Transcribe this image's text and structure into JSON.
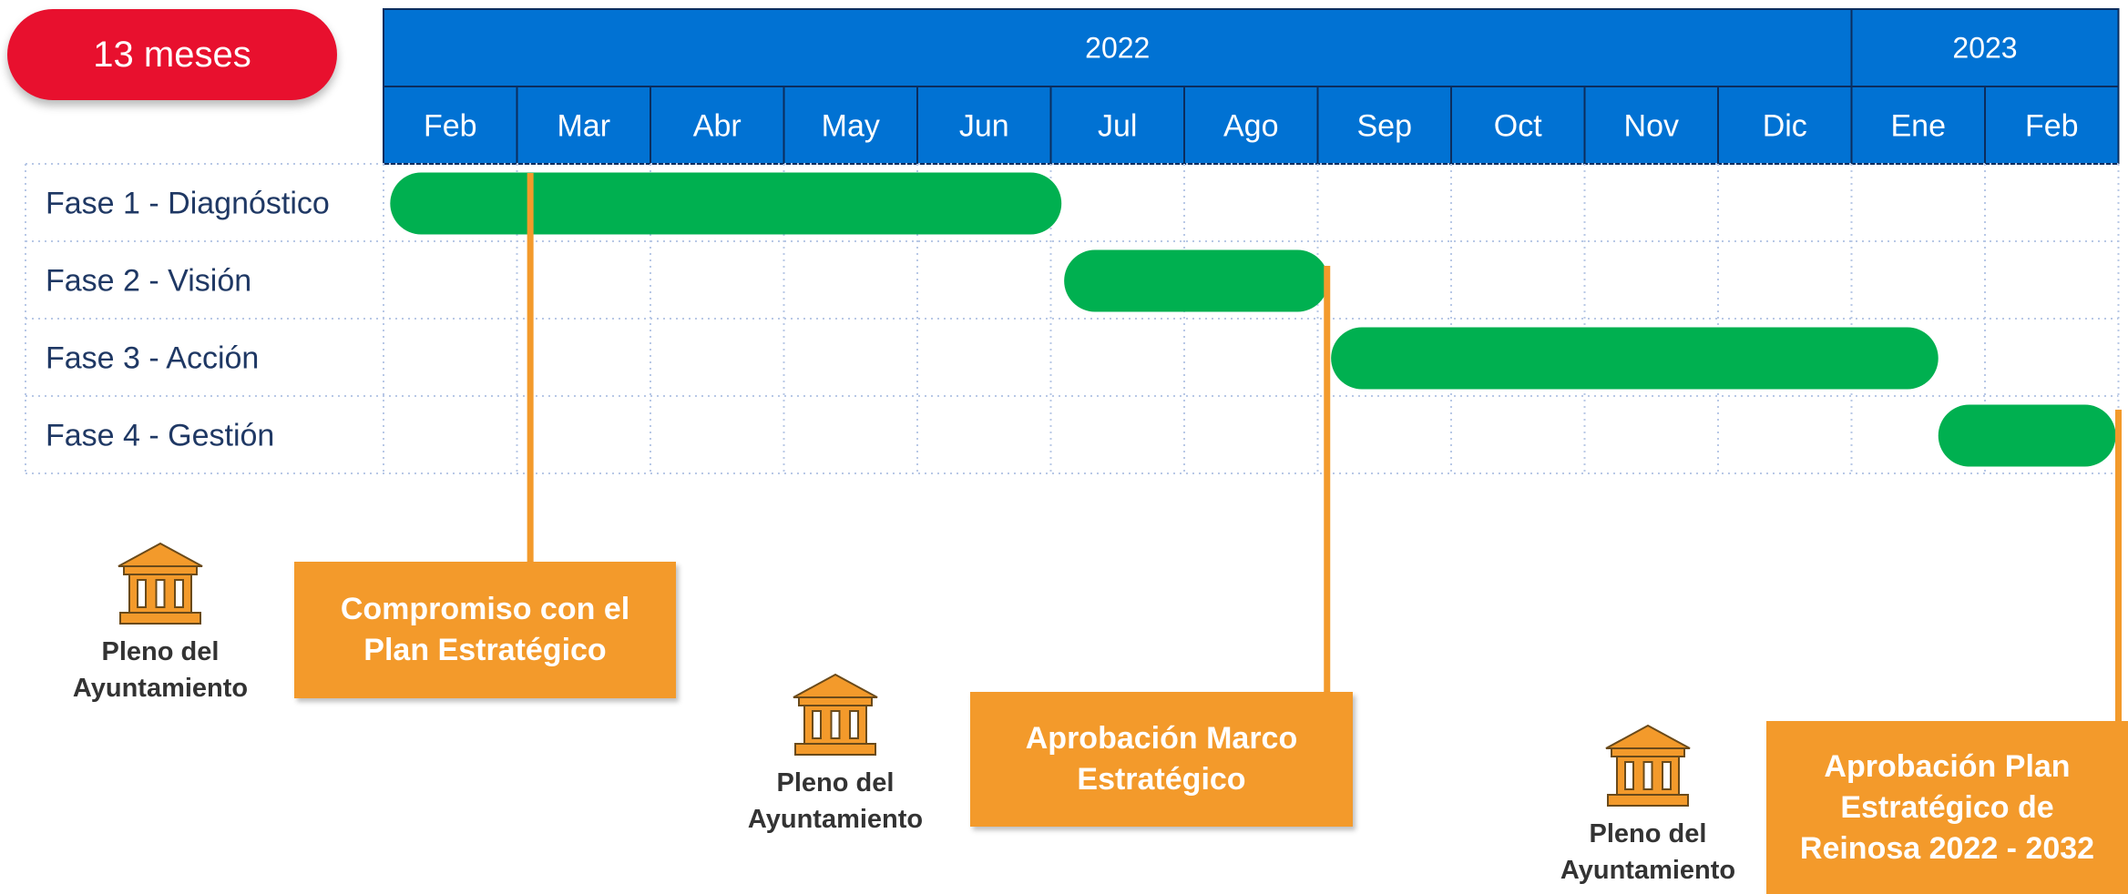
{
  "badge": {
    "label": "13 meses",
    "color": "#e8102e"
  },
  "colors": {
    "header": "#0172d3",
    "bar": "#00b050",
    "milestone": "#f39a2b",
    "grid": "#b8c8e6",
    "text": "#1f3864"
  },
  "chart_data": {
    "type": "gantt",
    "years": [
      {
        "label": "2022",
        "months": 11
      },
      {
        "label": "2023",
        "months": 2
      }
    ],
    "months": [
      "Feb",
      "Mar",
      "Abr",
      "May",
      "Jun",
      "Jul",
      "Ago",
      "Sep",
      "Oct",
      "Nov",
      "Dic",
      "Ene",
      "Feb"
    ],
    "phases": [
      {
        "label": "Fase 1 - Diagnóstico",
        "start": 0.05,
        "end": 5.08
      },
      {
        "label": "Fase 2 - Visión",
        "start": 5.1,
        "end": 7.08
      },
      {
        "label": "Fase 3 - Acción",
        "start": 7.1,
        "end": 11.65
      },
      {
        "label": "Fase 4 - Gestión",
        "start": 11.65,
        "end": 12.98
      }
    ],
    "milestones": [
      {
        "label": "Compromiso con el\nPlan Estratégico",
        "at": 1.1,
        "stage": 1
      },
      {
        "label": "Aprobación Marco\nEstratégico",
        "at": 7.07,
        "stage": 2
      },
      {
        "label": "Aprobación Plan\nEstratégico de\nReinosa 2022 - 2032",
        "at": 13.0,
        "stage": 3
      }
    ]
  },
  "plenos": [
    {
      "label": "Pleno del\nAyuntamiento",
      "icon": "institution-icon"
    },
    {
      "label": "Pleno del\nAyuntamiento",
      "icon": "institution-icon"
    },
    {
      "label": "Pleno del\nAyuntamiento",
      "icon": "institution-icon"
    }
  ]
}
